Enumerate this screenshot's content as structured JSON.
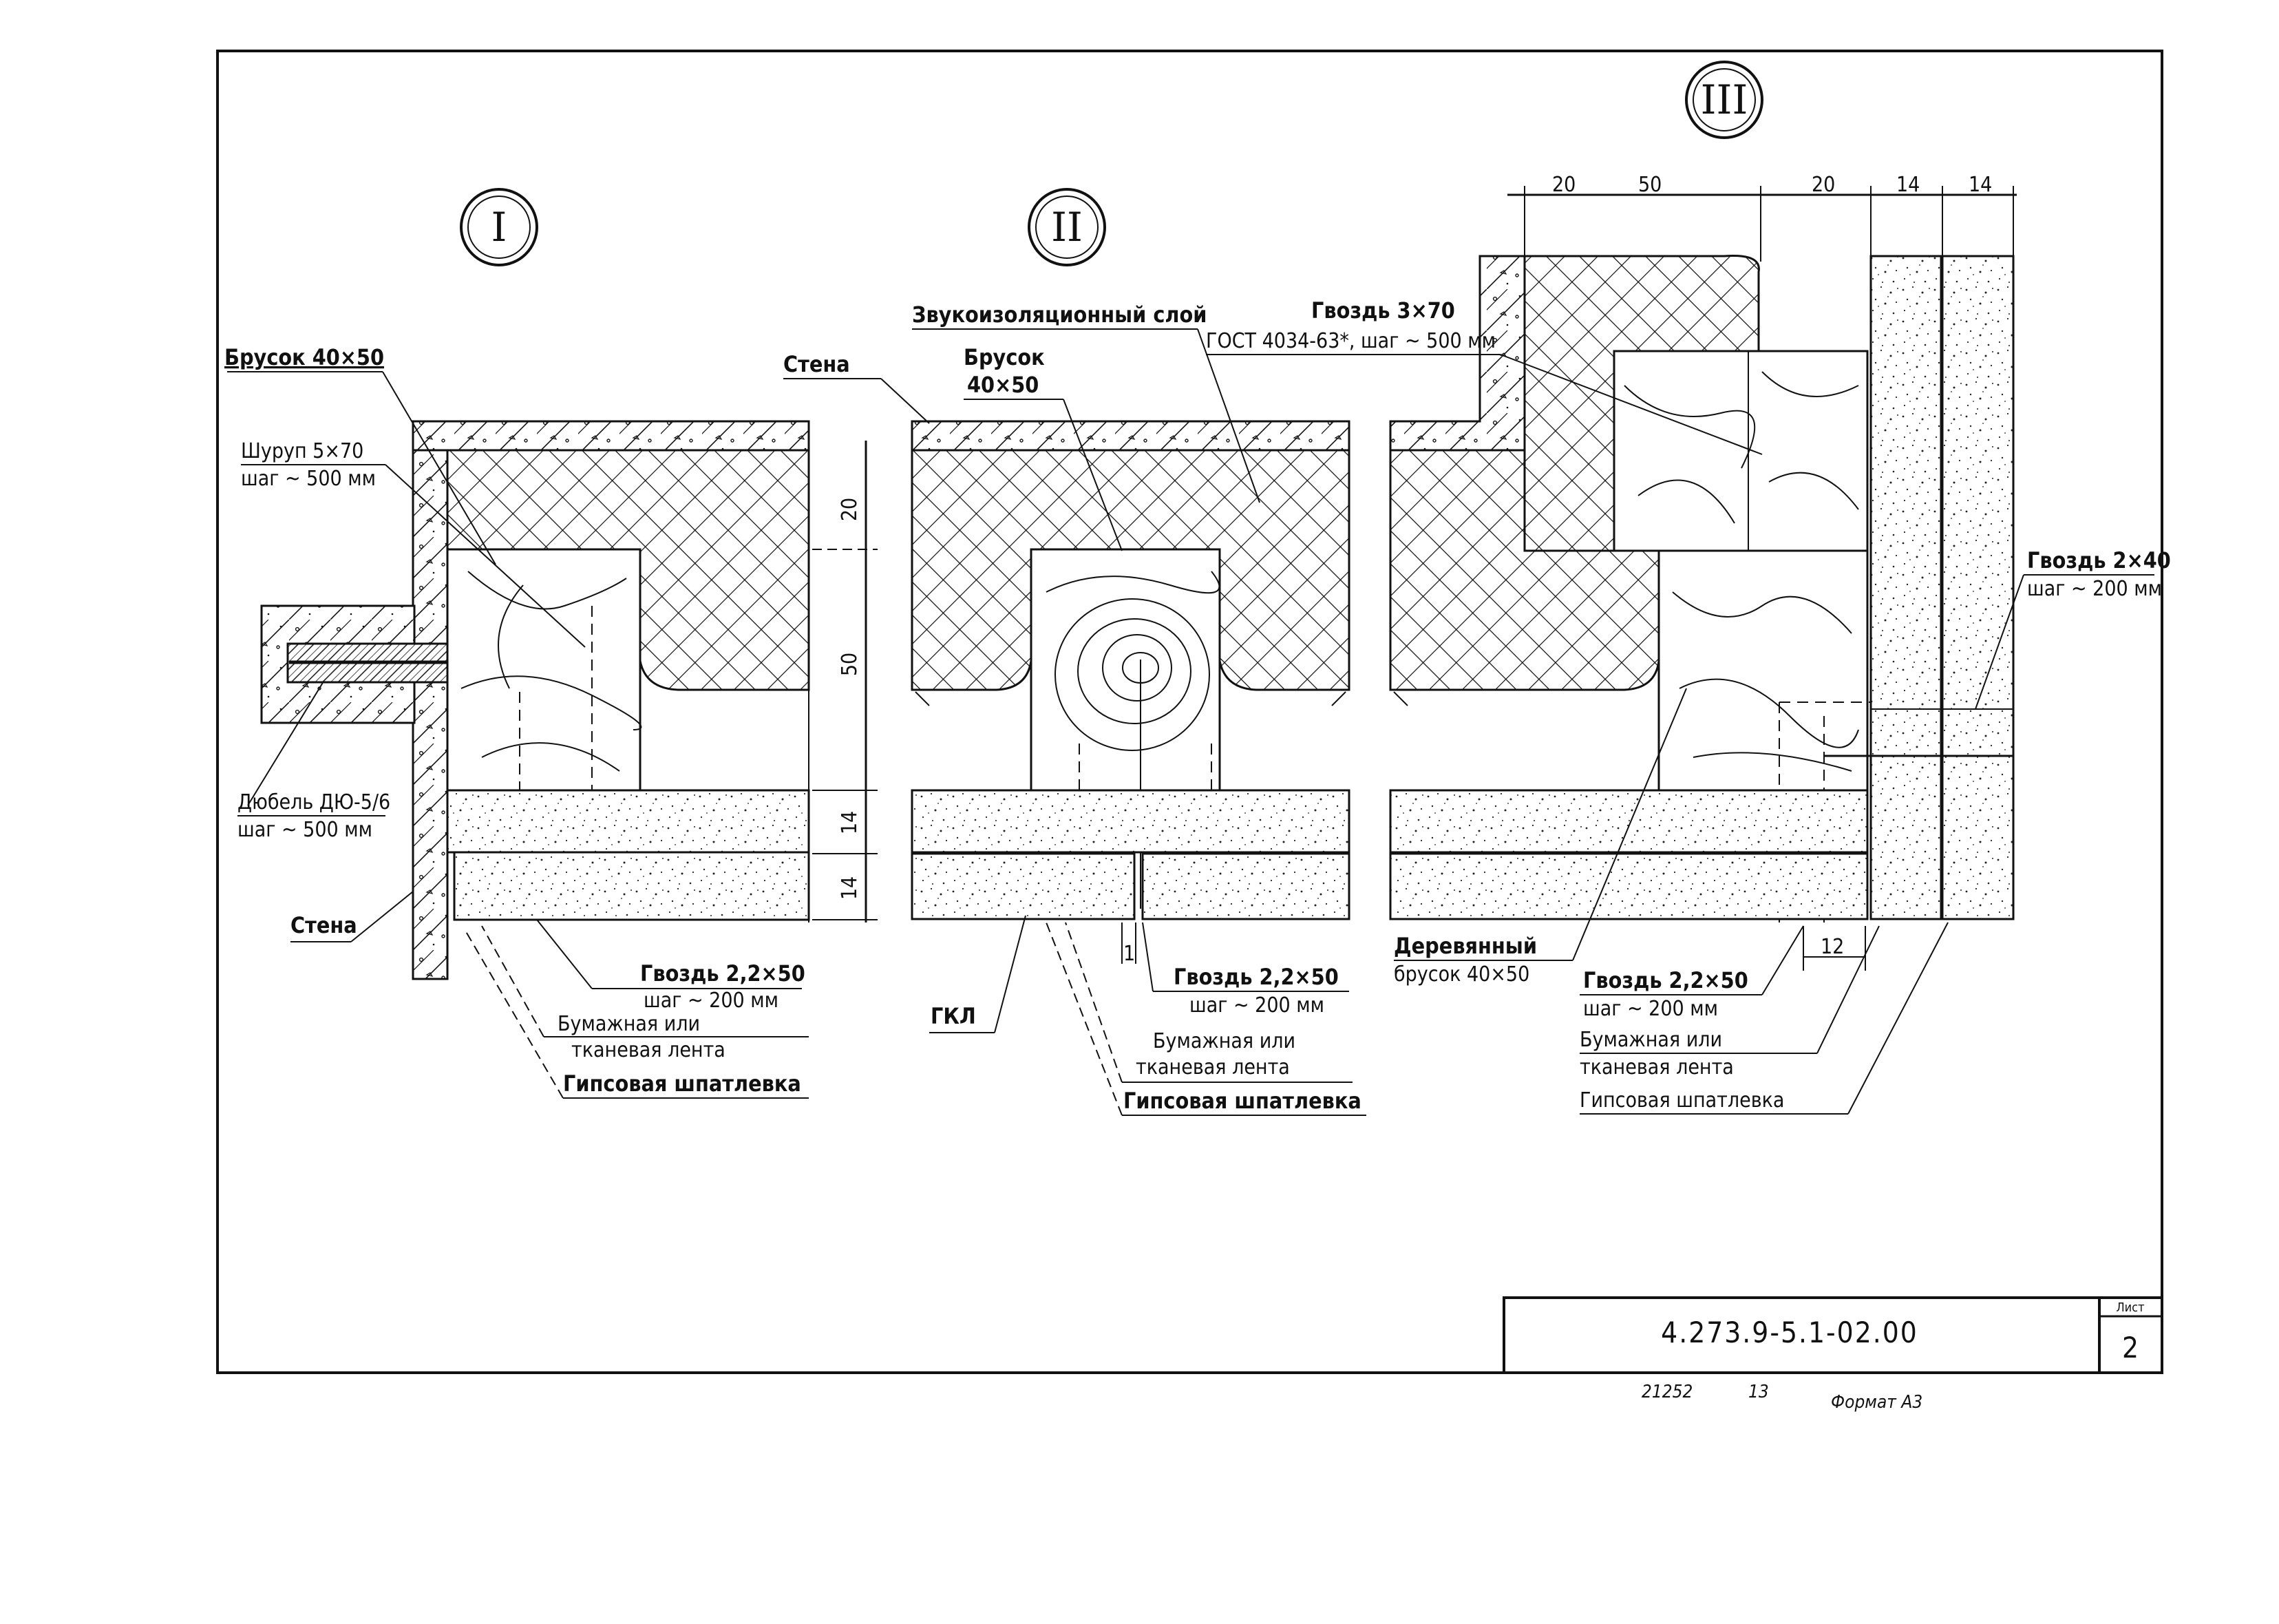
{
  "sections": {
    "s1": {
      "mark": "I",
      "labels": {
        "brusok": "Брусок 40×50",
        "shurup_1": "Шуруп 5×70",
        "shurup_2": "шаг ~ 500 мм",
        "dyubel_1": "Дюбель ДЮ-5/6",
        "dyubel_2": "шаг ~ 500 мм",
        "stena": "Стена",
        "gvozd_1": "Гвоздь 2,2×50",
        "gvozd_2": "шаг ~ 200 мм",
        "lenta_1": "Бумажная  или",
        "lenta_2": "тканевая лента",
        "shpatlevka": "Гипсовая шпатлевка"
      }
    },
    "s2": {
      "mark": "II",
      "labels": {
        "zvuk": "Звукоизоляционный слой",
        "stena": "Стена",
        "brusok_1": "Брусок",
        "brusok_2": "40×50",
        "gkl": "ГКЛ",
        "gvozd_1": "Гвоздь 2,2×50",
        "gvozd_2": "шаг ~ 200 мм",
        "lenta_1": "Бумажная  или",
        "lenta_2": "тканевая лента",
        "shpatlevka": "Гипсовая шпатлевка"
      },
      "dims": [
        "20",
        "50",
        "14",
        "14",
        "1"
      ]
    },
    "s3": {
      "mark": "III",
      "labels": {
        "gvozd370_1": "Гвоздь 3×70",
        "gvozd370_2": "ГОСТ 4034-63*, шаг ~ 500 мм",
        "gvozd240_1": "Гвоздь 2×40",
        "gvozd240_2": "шаг ~ 200 мм",
        "brusok_1": "Деревянный",
        "brusok_2": "брусок 40×50",
        "gvozd_1": "Гвоздь 2,2×50",
        "gvozd_2": "шаг ~ 200 мм",
        "lenta_1": "Бумажная  или",
        "lenta_2": "тканевая  лента",
        "shpatlevka": "Гипсовая  шпатлевка"
      },
      "dims_top": [
        "20",
        "50",
        "20",
        "14",
        "14"
      ],
      "dims_bottom": [
        "12"
      ]
    }
  },
  "stamp": {
    "code": "4.273.9-5.1-02.00",
    "sheet_hdr": "Лист",
    "sheet_no": "2"
  },
  "footer": {
    "inv": "21252",
    "num": "13",
    "format": "Формат А3"
  }
}
